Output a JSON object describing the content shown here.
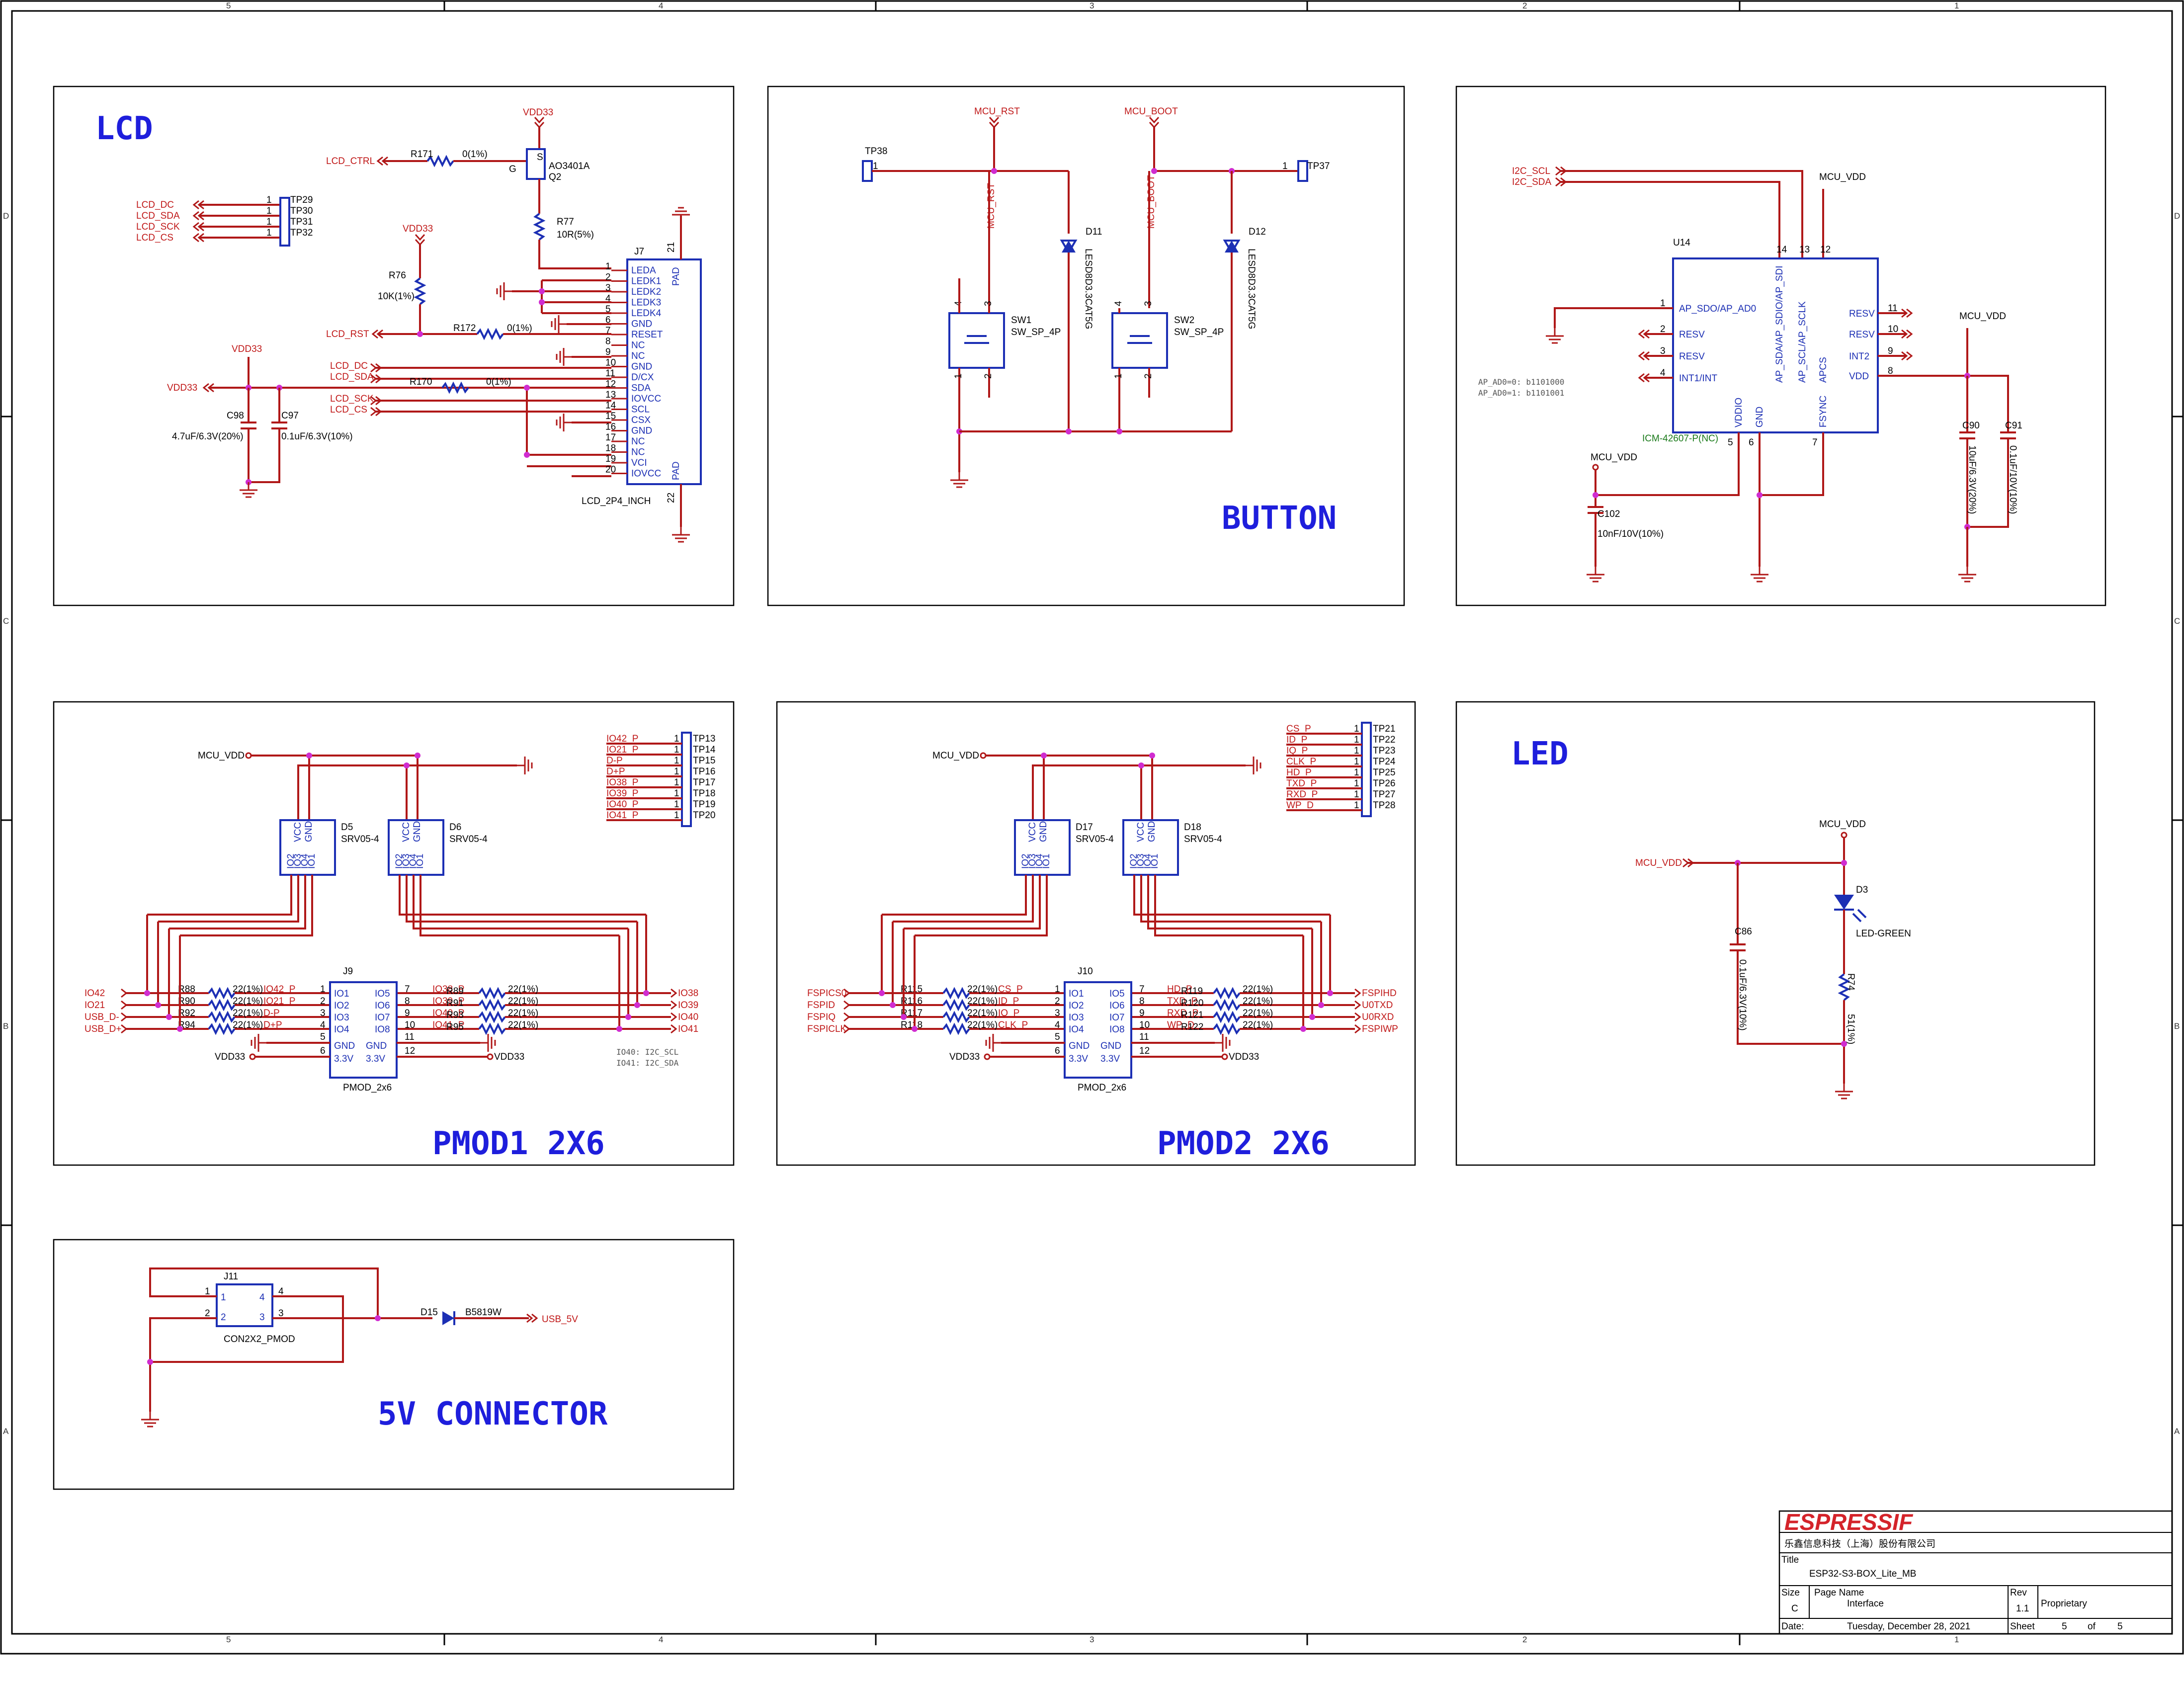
{
  "sections": {
    "lcd": "LCD",
    "button": "BUTTON",
    "led": "LED",
    "pmod1": "PMOD1 2X6",
    "pmod2": "PMOD2 2X6",
    "conn5v": "5V CONNECTOR"
  },
  "border": {
    "cols": [
      "5",
      "4",
      "3",
      "2",
      "1"
    ],
    "rows": [
      "D",
      "C",
      "B",
      "A"
    ]
  },
  "lcd": {
    "vdd_top": "VDD33",
    "lcd_ctrl": "LCD_CTRL",
    "r171": "R171",
    "r171_val": "0(1%)",
    "q2_name": "AO3401A",
    "q2_ref": "Q2",
    "r77": "R77",
    "r77_val": "10R(5%)",
    "tp_nets": [
      "LCD_DC",
      "LCD_SDA",
      "LCD_SCK",
      "LCD_CS"
    ],
    "tp_refs": [
      "TP29",
      "TP30",
      "TP31",
      "TP32"
    ],
    "tp_pin": "1",
    "vdd_mid": "VDD33",
    "r76": "R76",
    "r76_val": "10K(1%)",
    "lcd_rst": "LCD_RST",
    "r172": "R172",
    "r172_val": "0(1%)",
    "vdd_left": "VDD33",
    "vdd_in": "VDD33",
    "lcd_dc": "LCD_DC",
    "lcd_sda": "LCD_SDA",
    "r170": "R170",
    "r170_val": "0(1%)",
    "lcd_sck": "LCD_SCK",
    "lcd_cs": "LCD_CS",
    "c98": "C98",
    "c98_val": "4.7uF/6.3V(20%)",
    "c97": "C97",
    "c97_val": "0.1uF/6.3V(10%)",
    "j7": "J7",
    "j7_pins": [
      "LEDA",
      "LEDK1",
      "LEDK2",
      "LEDK3",
      "LEDK4",
      "GND",
      "RESET",
      "NC",
      "NC",
      "GND",
      "D/CX",
      "SDA",
      "IOVCC",
      "SCL",
      "CSX",
      "GND",
      "NC",
      "NC",
      "VCI",
      "IOVCC",
      "GND"
    ],
    "j7_nums": [
      "1",
      "2",
      "3",
      "4",
      "5",
      "6",
      "7",
      "8",
      "9",
      "10",
      "11",
      "12",
      "13",
      "14",
      "15",
      "16",
      "17",
      "18",
      "19",
      "20"
    ],
    "j7_pad": "PAD",
    "j7_p21": "21",
    "j7_p22": "22",
    "j7_part": "LCD_2P4_INCH"
  },
  "button": {
    "tp38": "TP38",
    "tp37": "TP37",
    "mcu_rst": "MCU_RST",
    "mcu_boot": "MCU_BOOT",
    "d11": "D11",
    "d12": "D12",
    "diode_part": "LESD8D3.3CAT5G",
    "sw1": "SW1",
    "sw2": "SW2",
    "sw_part": "SW_SP_4P",
    "p1": "1",
    "p2": "2",
    "p3": "3",
    "p4": "4"
  },
  "imu": {
    "i2c_scl": "I2C_SCL",
    "i2c_sda": "I2C_SDA",
    "mcu_vdd": "MCU_VDD",
    "u14": "U14",
    "left_pins": [
      "AP_SDO/AP_AD0",
      "RESV",
      "RESV",
      "INT1/INT"
    ],
    "left_nums": [
      "1",
      "2",
      "3",
      "4"
    ],
    "right_pins": [
      "RESV",
      "RESV",
      "INT2",
      "VDD"
    ],
    "right_nums": [
      "11",
      "10",
      "9",
      "8"
    ],
    "top_pins": [
      "AP_SDA/AP_SDIO/AP_SDI",
      "AP_SCL/AP_SCLK",
      "APCS"
    ],
    "top_nums": [
      "14",
      "13",
      "12"
    ],
    "bot_pins": [
      "VDDIO",
      "GND",
      "FSYNC"
    ],
    "bot_nums": [
      "5",
      "6",
      "7"
    ],
    "note1": "AP_AD0=0: b1101000",
    "note2": "AP_AD0=1: b1101001",
    "part": "ICM-42607-P(NC)",
    "mcu_vdd2": "MCU_VDD",
    "mcu_vdd3": "MCU_VDD",
    "c102": "C102",
    "c102_val": "10nF/10V(10%)",
    "c90": "C90",
    "c90_val": "10uF/6.3V(20%)",
    "c91": "C91",
    "c91_val": "0.1uF/10V(10%)"
  },
  "pmod1": {
    "mcu_vdd": "MCU_VDD",
    "d5": "D5",
    "d6": "D6",
    "srv": "SRV05-4",
    "srv_pins": [
      "IO2",
      "IO3",
      "IO4",
      "IO1"
    ],
    "srv_top": [
      "VCC",
      "GND"
    ],
    "tp_nets": [
      "IO42_P",
      "IO21_P",
      "D-P",
      "D+P",
      "IO38_P",
      "IO39_P",
      "IO40_P",
      "IO41_P"
    ],
    "tp_refs": [
      "TP13",
      "TP14",
      "TP15",
      "TP16",
      "TP17",
      "TP18",
      "TP19",
      "TP20"
    ],
    "left_nets": [
      "IO42",
      "IO21",
      "USB_D-",
      "USB_D+"
    ],
    "left_res": [
      "R88",
      "R90",
      "R92",
      "R94"
    ],
    "res_val": "22(1%)",
    "left_sig": [
      "IO42_P",
      "IO21_P",
      "D-P",
      "D+P"
    ],
    "right_sig": [
      "IO38_P",
      "IO39_P",
      "IO40_P",
      "IO41_P"
    ],
    "right_res": [
      "R89",
      "R91",
      "R93",
      "R95"
    ],
    "right_nets": [
      "IO38",
      "IO39",
      "IO40",
      "IO41"
    ],
    "j9": "J9",
    "j9_left": [
      "IO1",
      "IO2",
      "IO3",
      "IO4",
      "GND",
      "3.3V"
    ],
    "j9_right": [
      "IO5",
      "IO6",
      "IO7",
      "IO8",
      "GND",
      "3.3V"
    ],
    "j9_ln": [
      "1",
      "2",
      "3",
      "4",
      "5",
      "6"
    ],
    "j9_rn": [
      "7",
      "8",
      "9",
      "10",
      "11",
      "12"
    ],
    "part": "PMOD_2x6",
    "vdd33a": "VDD33",
    "vdd33b": "VDD33",
    "note1": "IO40: I2C_SCL",
    "note2": "IO41: I2C_SDA"
  },
  "pmod2": {
    "mcu_vdd": "MCU_VDD",
    "d17": "D17",
    "d18": "D18",
    "tp_nets": [
      "CS_P",
      "ID_P",
      "IQ_P",
      "CLK_P",
      "HD_P",
      "TXD_P",
      "RXD_P",
      "WP_D"
    ],
    "tp_refs": [
      "TP21",
      "TP22",
      "TP23",
      "TP24",
      "TP25",
      "TP26",
      "TP27",
      "TP28"
    ],
    "left_nets": [
      "FSPICS0",
      "FSPID",
      "FSPIQ",
      "FSPICLK"
    ],
    "left_res": [
      "R115",
      "R116",
      "R117",
      "R118"
    ],
    "left_sig": [
      "CS_P",
      "ID_P",
      "IQ_P",
      "CLK_P"
    ],
    "right_sig": [
      "HD_P",
      "TXD_P",
      "RXD_P",
      "WP_D"
    ],
    "right_res": [
      "R119",
      "R120",
      "R121",
      "R122"
    ],
    "right_nets": [
      "FSPIHD",
      "U0TXD",
      "U0RXD",
      "FSPIWP"
    ],
    "j10": "J10",
    "vdd33a": "VDD33",
    "vdd33b": "VDD33"
  },
  "led": {
    "mcu_vdd_top": "MCU_VDD",
    "mcu_vdd_left": "MCU_VDD",
    "d3": "D3",
    "d3_part": "LED-GREEN",
    "c86": "C86",
    "c86_val": "0.1uF/6.3V(10%)",
    "r74": "R74",
    "r74_val": "51(1%)"
  },
  "conn5v": {
    "j11": "J11",
    "part": "CON2X2_PMOD",
    "pins": [
      "1",
      "2",
      "3",
      "4"
    ],
    "d15": "D15",
    "d15_part": "B5819W",
    "usb5v": "USB_5V"
  },
  "titleblock": {
    "logo": "ESPRESSIF",
    "company": "乐鑫信息科技（上海）股份有限公司",
    "title_label": "Title",
    "title": "ESP32-S3-BOX_Lite_MB",
    "size_label": "Size",
    "size": "C",
    "page_label": "Page Name",
    "page": "Interface",
    "rev_label": "Rev",
    "rev": "1.1",
    "prop": "Proprietary",
    "date_label": "Date:",
    "date": "Tuesday, December 28, 2021",
    "sheet_label": "Sheet",
    "sheet": "5",
    "of": "of",
    "sheets": "5"
  },
  "colors": {
    "wire": "#b01818",
    "component": "#1c2fb4",
    "junction": "#d02cd0",
    "heading": "#1e1edc",
    "brand": "#d4232a"
  }
}
